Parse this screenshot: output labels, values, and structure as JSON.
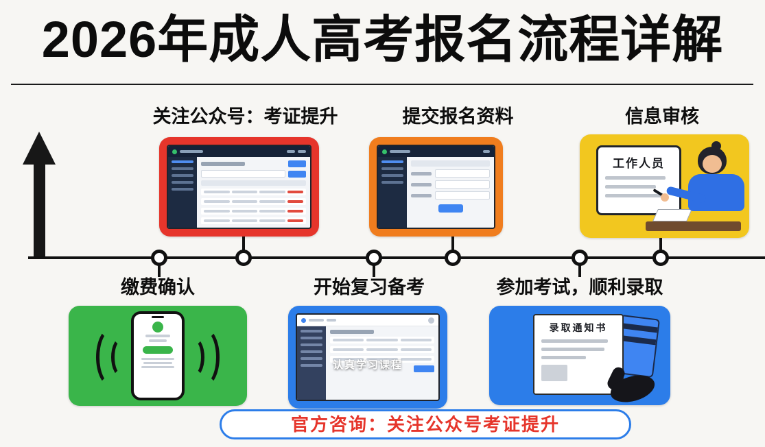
{
  "header": {
    "title": "2026年成人高考报名流程详解"
  },
  "steps": [
    {
      "label": "关注公众号：考证提升"
    },
    {
      "label": "提交报名资料"
    },
    {
      "label": "信息审核",
      "sign_title": "工作人员"
    },
    {
      "label": "缴费确认"
    },
    {
      "label": "开始复习备考",
      "overlay_text": "认真学习课程"
    },
    {
      "label": "参加考试，顺利录取",
      "paper_title": "录取通知书"
    }
  ],
  "footer": {
    "pill_text": "官方咨询：关注公众号考证提升"
  },
  "colors": {
    "card_step1": "#e6352b",
    "card_step2": "#f07d1e",
    "card_step3": "#f2c71f",
    "card_step4": "#3ab54a",
    "card_step5": "#2c7de9",
    "card_step6": "#2c7de9",
    "pill_border": "#2c7de9",
    "pill_text_color": "#e6352b",
    "timeline": "#111111",
    "title_color": "#0c0c0c"
  },
  "icons": {
    "up_arrow": "css-triangle-and-stem",
    "signal_waves": "css-arcs",
    "timeline_node": "css-circle"
  }
}
